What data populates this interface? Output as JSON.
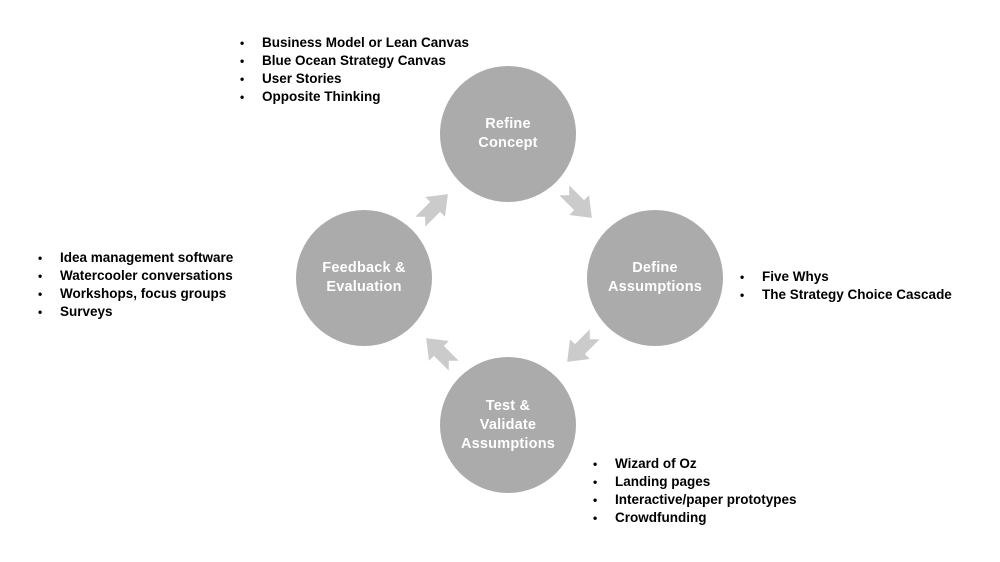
{
  "background": "#FFFFFF",
  "colors": {
    "node_fill": "#ABABAB",
    "arrow_fill": "#CBCBCB",
    "node_text": "#FFFFFF",
    "list_text": "#000000"
  },
  "cycle": {
    "nodes": [
      {
        "id": "refine-concept",
        "label": "Refine\nConcept"
      },
      {
        "id": "define-assumptions",
        "label": "Define\nAssumptions"
      },
      {
        "id": "test-validate-assumptions",
        "label": "Test &\nValidate\nAssumptions"
      },
      {
        "id": "feedback-evaluation",
        "label": "Feedback &\nEvaluation"
      }
    ],
    "arrows": [
      {
        "id": "arrow-refine-to-define"
      },
      {
        "id": "arrow-define-to-test"
      },
      {
        "id": "arrow-test-to-feedback"
      },
      {
        "id": "arrow-feedback-to-refine"
      }
    ]
  },
  "lists": {
    "bullet_char": "•",
    "refine_concept_tools": {
      "items": [
        "Business Model or Lean Canvas",
        "Blue Ocean Strategy Canvas",
        "User Stories",
        "Opposite Thinking"
      ]
    },
    "define_assumptions_tools": {
      "items": [
        "Five Whys",
        "The Strategy Choice Cascade"
      ]
    },
    "test_validate_tools": {
      "items": [
        "Wizard of Oz",
        "Landing pages",
        "Interactive/paper prototypes",
        "Crowdfunding"
      ]
    },
    "feedback_evaluation_tools": {
      "items": [
        "Idea management software",
        "Watercooler conversations",
        "Workshops, focus groups",
        "Surveys"
      ]
    }
  }
}
